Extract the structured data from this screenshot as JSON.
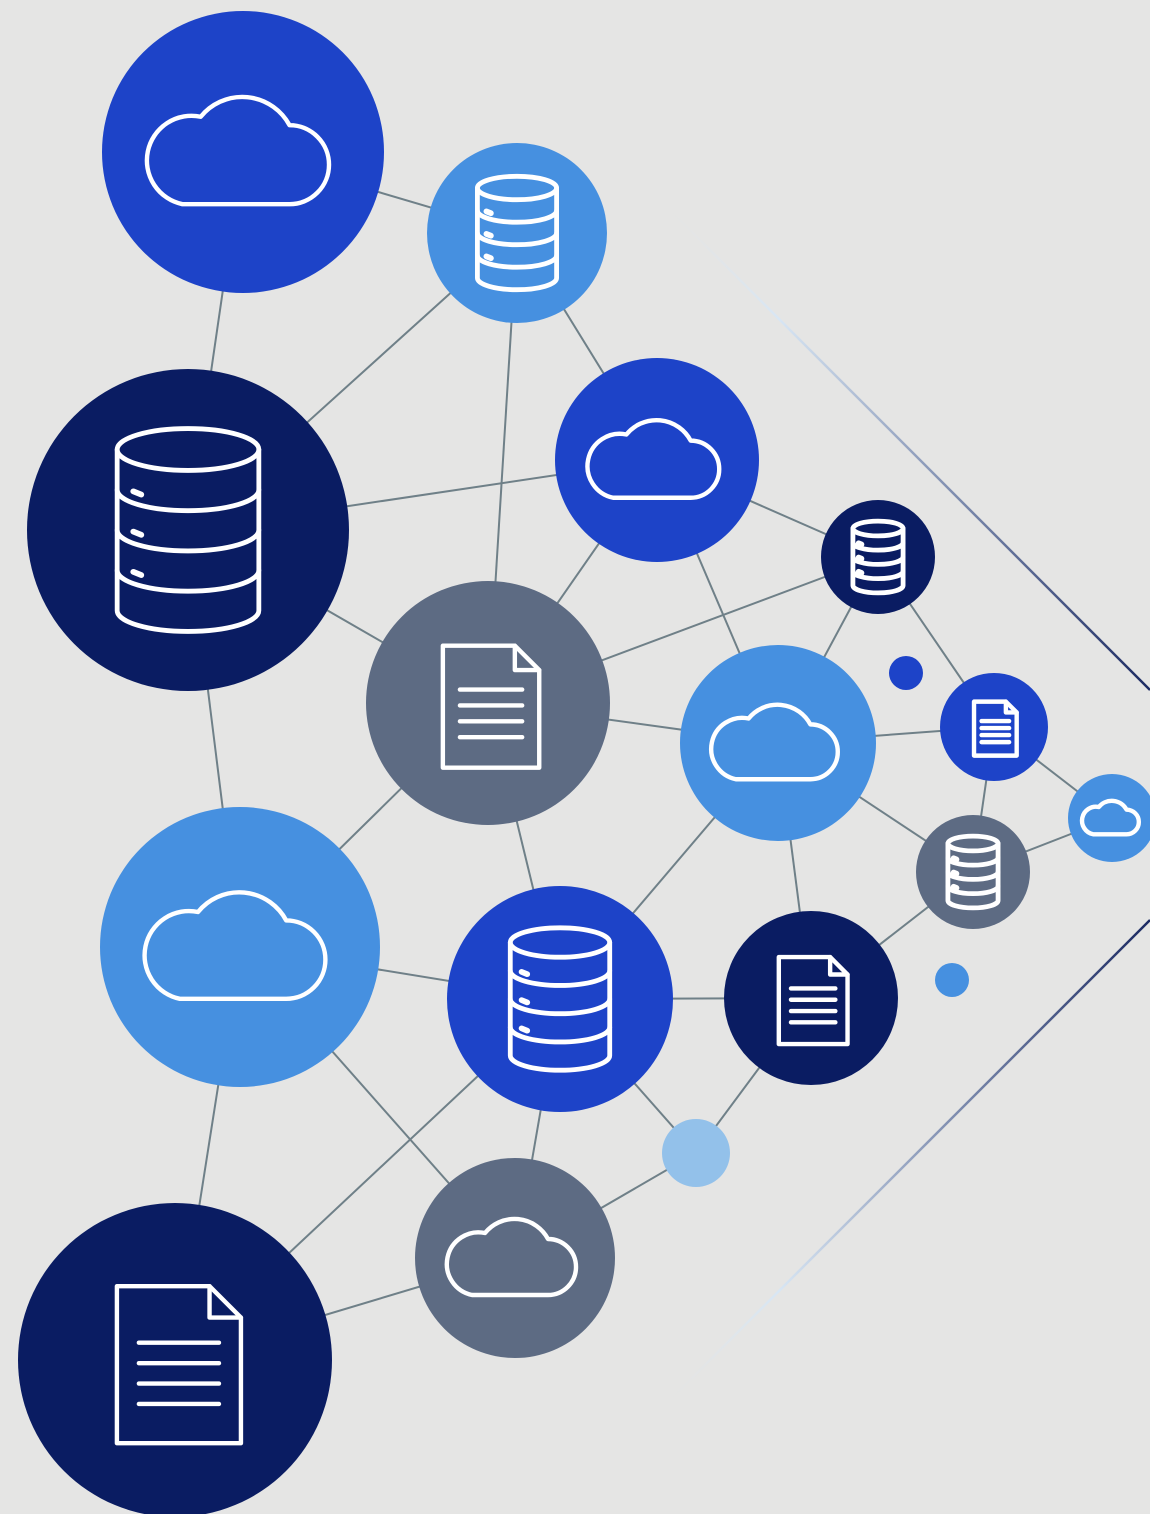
{
  "diagram": {
    "type": "network",
    "background": "#e5e5e4",
    "palette": {
      "royal_blue": "#1d43c8",
      "sky_blue": "#4690e0",
      "navy": "#0a1c62",
      "slate": "#5d6b83",
      "pale_blue": "#93c1ea",
      "edge": "#6f8088",
      "icon": "#ffffff"
    },
    "nodes": [
      {
        "id": "n01",
        "icon": "cloud-icon",
        "color": "royal_blue"
      },
      {
        "id": "n02",
        "icon": "database-icon",
        "color": "sky_blue"
      },
      {
        "id": "n03",
        "icon": "database-icon",
        "color": "navy"
      },
      {
        "id": "n04",
        "icon": "cloud-icon",
        "color": "royal_blue"
      },
      {
        "id": "n05",
        "icon": "database-icon",
        "color": "navy"
      },
      {
        "id": "n06",
        "icon": "document-icon",
        "color": "slate"
      },
      {
        "id": "n07",
        "icon": "cloud-icon",
        "color": "sky_blue"
      },
      {
        "id": "n08",
        "icon": "document-icon",
        "color": "royal_blue"
      },
      {
        "id": "n09",
        "icon": "cloud-icon",
        "color": "sky_blue"
      },
      {
        "id": "n10",
        "icon": "database-icon",
        "color": "slate"
      },
      {
        "id": "n11",
        "icon": "cloud-icon",
        "color": "sky_blue"
      },
      {
        "id": "n12",
        "icon": "database-icon",
        "color": "royal_blue"
      },
      {
        "id": "n13",
        "icon": "document-icon",
        "color": "navy"
      },
      {
        "id": "n14",
        "icon": "cloud-icon",
        "color": "slate"
      },
      {
        "id": "n15",
        "icon": "document-icon",
        "color": "navy"
      },
      {
        "id": "d1",
        "icon": "dot",
        "color": "royal_blue"
      },
      {
        "id": "d2",
        "icon": "dot",
        "color": "sky_blue"
      },
      {
        "id": "d3",
        "icon": "dot",
        "color": "pale_blue"
      }
    ],
    "edges": [
      [
        "n01",
        "n02"
      ],
      [
        "n01",
        "n03"
      ],
      [
        "n02",
        "n03"
      ],
      [
        "n02",
        "n04"
      ],
      [
        "n02",
        "n06"
      ],
      [
        "n03",
        "n04"
      ],
      [
        "n03",
        "n06"
      ],
      [
        "n03",
        "n11"
      ],
      [
        "n04",
        "n06"
      ],
      [
        "n04",
        "n05"
      ],
      [
        "n04",
        "n07"
      ],
      [
        "n05",
        "n06"
      ],
      [
        "n05",
        "n07"
      ],
      [
        "n05",
        "n08"
      ],
      [
        "n06",
        "n07"
      ],
      [
        "n06",
        "n11"
      ],
      [
        "n06",
        "n12"
      ],
      [
        "n07",
        "n08"
      ],
      [
        "n07",
        "n10"
      ],
      [
        "n07",
        "n12"
      ],
      [
        "n07",
        "n13"
      ],
      [
        "n08",
        "n09"
      ],
      [
        "n08",
        "n10"
      ],
      [
        "n09",
        "n10"
      ],
      [
        "n10",
        "n13"
      ],
      [
        "n11",
        "n12"
      ],
      [
        "n11",
        "n14"
      ],
      [
        "n11",
        "n15"
      ],
      [
        "n12",
        "n13"
      ],
      [
        "n12",
        "n14"
      ],
      [
        "n12",
        "n15"
      ],
      [
        "n12",
        "d3"
      ],
      [
        "n13",
        "d3"
      ],
      [
        "n14",
        "d3"
      ],
      [
        "n14",
        "n15"
      ]
    ]
  }
}
